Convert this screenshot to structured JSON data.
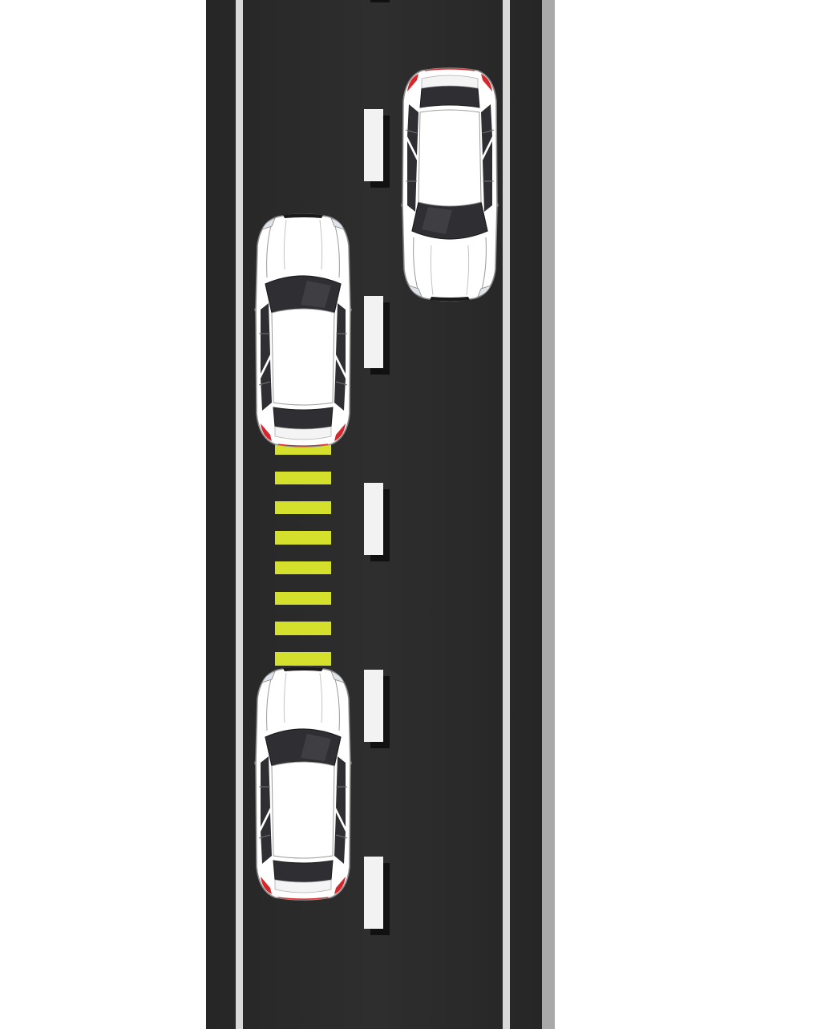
{
  "scene": {
    "description_free": true,
    "road": {
      "lanes": 2,
      "colors": {
        "asphalt": "#2b2b2b",
        "edge_line": "#d9d9d9",
        "shoulder": "#a9a9a9",
        "dash": "#f2f2f2",
        "dash_shadow": "#111111"
      }
    },
    "cars": [
      {
        "name": "car-right-lane",
        "heading": "down",
        "body_color": "#ffffff",
        "light_color": "#d4262b"
      },
      {
        "name": "car-left-lane-front",
        "heading": "up",
        "body_color": "#ffffff",
        "light_color": "#d4262b"
      },
      {
        "name": "car-left-lane-rear",
        "heading": "up",
        "body_color": "#ffffff",
        "light_color": "#d4262b"
      }
    ],
    "gap_marker": {
      "color": "#d4e02b",
      "stripe_count": 8
    }
  }
}
